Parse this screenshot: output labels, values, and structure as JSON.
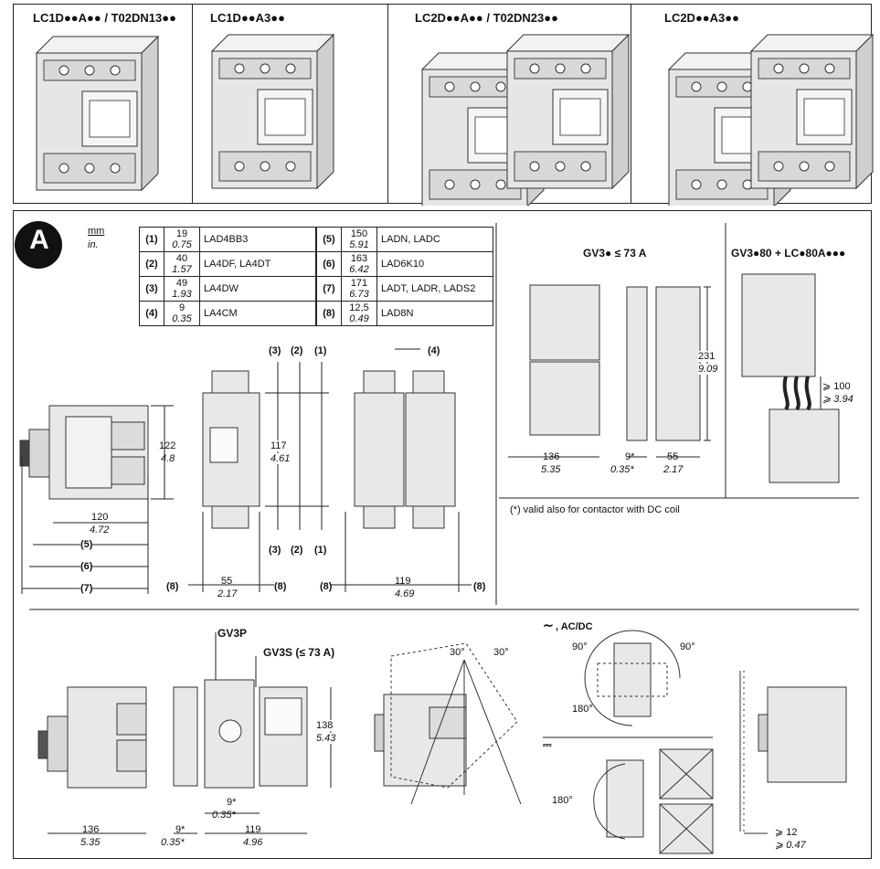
{
  "top_panels": [
    {
      "label": "LC1D●●A●● / T02DN13●●"
    },
    {
      "label": "LC1D●●A3●●"
    },
    {
      "label": "LC2D●●A●● / T02DN23●●"
    },
    {
      "label": "LC2D●●A3●●"
    }
  ],
  "section_badge": "A",
  "units": {
    "mm": "mm",
    "in": "in."
  },
  "ref_table_left": [
    {
      "n": "(1)",
      "mm": "19",
      "in": "0.75",
      "code": "LAD4BB3"
    },
    {
      "n": "(2)",
      "mm": "40",
      "in": "1.57",
      "code": "LA4DF, LA4DT"
    },
    {
      "n": "(3)",
      "mm": "49",
      "in": "1.93",
      "code": "LA4DW"
    },
    {
      "n": "(4)",
      "mm": "9",
      "in": "0.35",
      "code": "LA4CM"
    }
  ],
  "ref_table_right": [
    {
      "n": "(5)",
      "mm": "150",
      "in": "5.91",
      "code": "LADN, LADC"
    },
    {
      "n": "(6)",
      "mm": "163",
      "in": "6.42",
      "code": "LAD6K10"
    },
    {
      "n": "(7)",
      "mm": "171",
      "in": "6.73",
      "code": "LADT, LADR, LADS2"
    },
    {
      "n": "(8)",
      "mm": "12,5",
      "in": "0.49",
      "code": "LAD8N"
    }
  ],
  "side_view": {
    "h_mm": "122",
    "h_in": "4.8",
    "w_mm": "120",
    "w_in": "4.72",
    "d5": "(5)",
    "d6": "(6)",
    "d7": "(7)"
  },
  "front_single": {
    "c3": "(3)",
    "c2": "(2)",
    "c1": "(1)",
    "h_mm": "117",
    "h_in": "4.61",
    "w_mm": "55",
    "w_in": "2.17",
    "l8": "(8)",
    "r8": "(8)"
  },
  "front_double": {
    "c4": "(4)",
    "w_mm": "119",
    "w_in": "4.69",
    "l8": "(8)",
    "r8": "(8)"
  },
  "gv3_panel": {
    "title": "GV3● ≤ 73 A",
    "h_mm": "231",
    "h_in": "9.09",
    "w1_mm": "136",
    "w1_in": "5.35",
    "w2_mm": "9*",
    "w2_in": "0.35*",
    "w3_mm": "55",
    "w3_in": "2.17",
    "note": "(*) valid also for contactor with DC coil"
  },
  "gv380_panel": {
    "title": "GV3●80 + LC●80A●●●",
    "gap_mm": "⩾ 100",
    "gap_in": "⩾ 3.94"
  },
  "bottom_left": {
    "gv3p": "GV3P",
    "gv3s": "GV3S (≤ 73 A)",
    "h_mm": "138",
    "h_in": "5.43",
    "w1_mm": "136",
    "w1_in": "5.35",
    "w2_mm": "9*",
    "w2_in": "0.35*",
    "w3_mm": "9*",
    "w3_in": "0.35*",
    "w4_mm": "119",
    "w4_in": "4.96"
  },
  "mounting": {
    "tilt_left": "30°",
    "tilt_right": "30°",
    "acdc_label": ", AC/DC",
    "rot_left": "90°",
    "rot_right": "90°",
    "rot_bottom": "180°",
    "dc_rot": "180°",
    "wall_mm": "⩾ 12",
    "wall_in": "⩾ 0.47"
  }
}
